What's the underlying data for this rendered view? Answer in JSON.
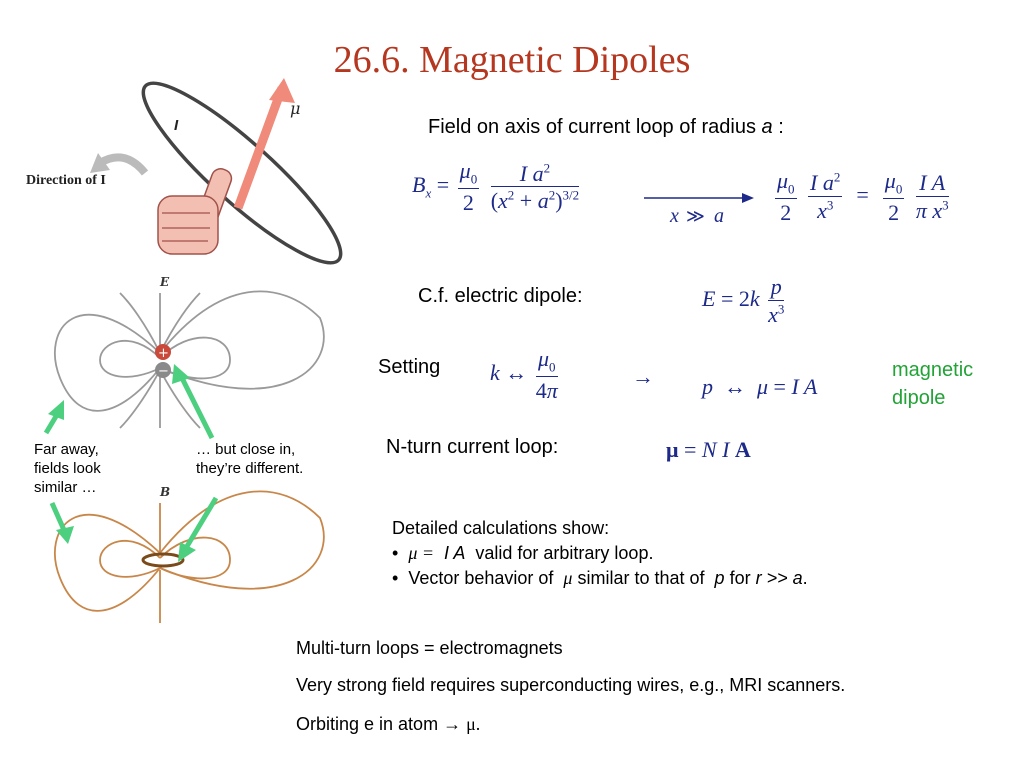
{
  "slide": {
    "title": "26.6. Magnetic Dipoles",
    "axis_heading_prefix": "Field on axis of current loop of radius ",
    "axis_heading_var": "a",
    "axis_heading_suffix": " :",
    "cf_label": "C.f.  electric dipole:",
    "setting_label": "Setting",
    "magnetic_dipole_line1": "magnetic",
    "magnetic_dipole_line2": "dipole",
    "nturn_label": "N-turn current loop:",
    "caption_far_line1": "Far away,",
    "caption_far_line2": "fields look",
    "caption_far_line3": "similar …",
    "caption_close_line1": "… but close in,",
    "caption_close_line2": "they’re different.",
    "details_heading": "Detailed calculations show:",
    "bullet1_mu": "μ =",
    "bullet1_IA": "I A",
    "bullet1_text": "valid for arbitrary loop.",
    "bullet2_pre": "Vector behavior of",
    "bullet2_mu": "μ",
    "bullet2_mid": "similar to that of",
    "bullet2_p": "p",
    "bullet2_for": "for",
    "bullet2_cond": "r >> a",
    "bullet2_end": ".",
    "line_multi": "Multi-turn loops = electromagnets",
    "line_strong": "Very strong field requires superconducting wires, e.g., MRI scanners.",
    "line_orbit_prefix": "Orbiting e in atom",
    "line_orbit_arrow": "→",
    "line_orbit_mu": "μ."
  },
  "figure": {
    "direction_label": "Direction of I",
    "loop_current": "I",
    "loop_moment": "μ",
    "e_field_label": "E",
    "b_field_label": "B",
    "plus_sign": "+",
    "minus_sign": "−"
  },
  "colors": {
    "title": "#b5371f",
    "math": "#1d2a8a",
    "green": "#21a336",
    "arrow_green": "#4ccf7f",
    "moment_arrow": "#f08a7a",
    "field_lines": "#9a9a9a",
    "b_field_lines": "#c8874a"
  }
}
